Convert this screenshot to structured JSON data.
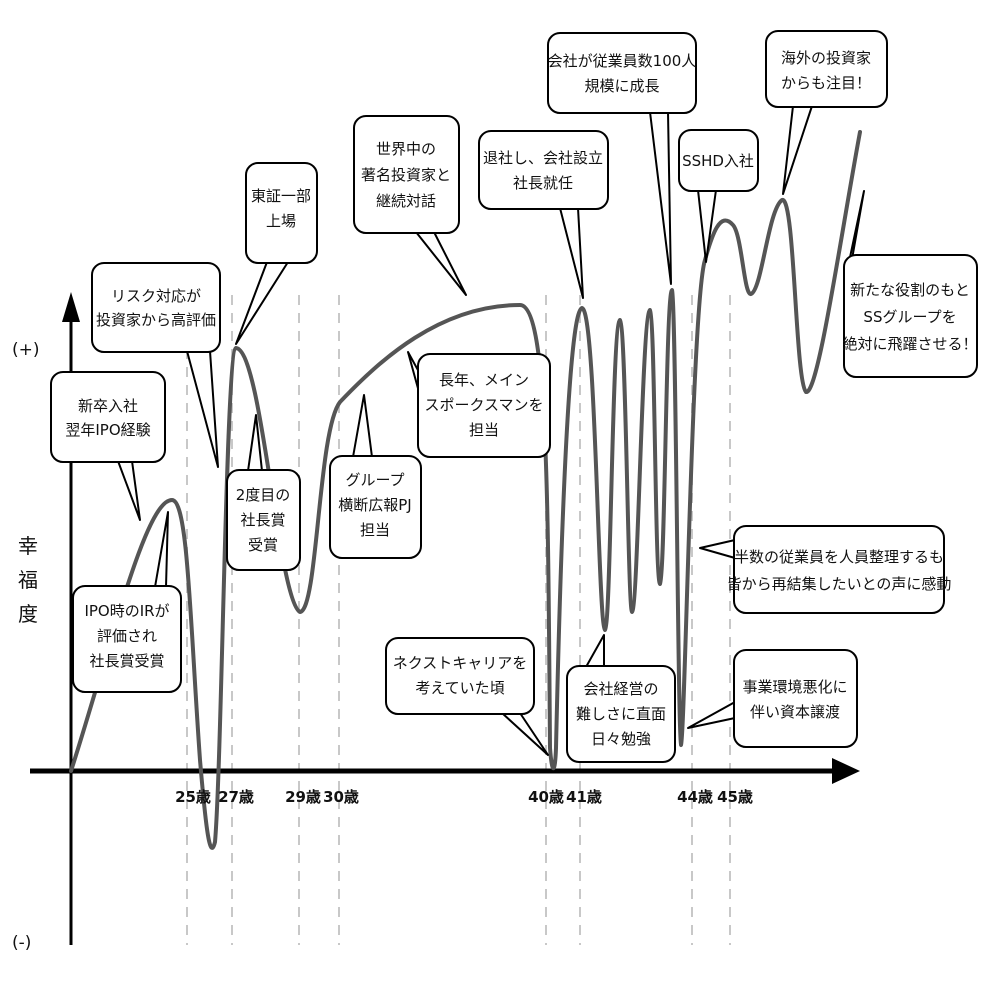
{
  "axis": {
    "plus_label": "(+)",
    "minus_label": "(-)",
    "y_label_chars": [
      "幸",
      "福",
      "度"
    ]
  },
  "ages": [
    "25歳",
    "27歳",
    "29歳",
    "30歳",
    "40歳",
    "41歳",
    "44歳",
    "45歳"
  ],
  "events": {
    "shinsotsu": [
      "新卒入社",
      "翌年IPO経験"
    ],
    "ipo_ir": [
      "IPO時のIRが",
      "評価され",
      "社長賞受賞"
    ],
    "risk": [
      "リスク対応が",
      "投資家から高評価"
    ],
    "tosho": [
      "東証一部",
      "上場"
    ],
    "shachosho2": [
      "2度目の",
      "社長賞",
      "受賞"
    ],
    "sekaichu": [
      "世界中の",
      "著名投資家と",
      "継続対話"
    ],
    "group": [
      "グループ",
      "横断広報PJ",
      "担当"
    ],
    "chonen": [
      "長年、メイン",
      "スポークスマンを",
      "担当"
    ],
    "next_career": [
      "ネクストキャリアを",
      "考えていた頃"
    ],
    "taisha": [
      "退社し、会社設立",
      "社長就任"
    ],
    "keiei": [
      "会社経営の",
      "難しさに直面",
      "日々勉強"
    ],
    "juugyouin100": [
      "会社が従業員数100人",
      "規模に成長"
    ],
    "sshd": [
      "SSHD入社"
    ],
    "kaigai": [
      "海外の投資家",
      "からも注目！"
    ],
    "atarashii": [
      "新たな役割のもと",
      "SSグループを",
      "絶対に飛躍させる！"
    ],
    "hansuu": [
      "半数の従業員を人員整理するも",
      "皆から再結集したいとの声に感動"
    ],
    "jigyou": [
      "事業環境悪化に",
      "伴い資本譲渡"
    ]
  }
}
